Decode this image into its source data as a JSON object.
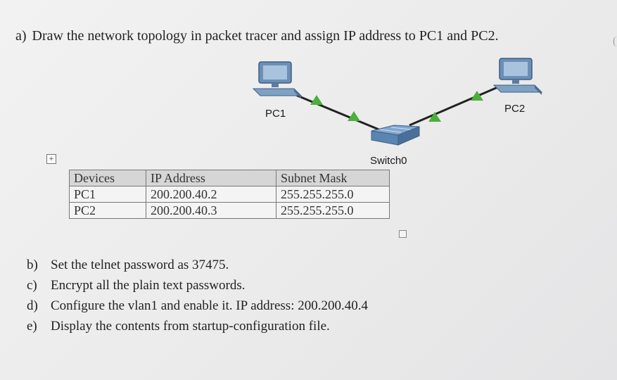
{
  "question_a": {
    "label": "a)",
    "text": "Draw the network topology in packet tracer and assign IP address to PC1 and PC2."
  },
  "topology": {
    "pc1_label": "PC1",
    "pc2_label": "PC2",
    "switch_label": "Switch0",
    "link_color": "#222222",
    "link_status_color": "#4caf3a",
    "device_color": "#5e86b0"
  },
  "ip_table": {
    "headers": [
      "Devices",
      "IP Address",
      "Subnet Mask"
    ],
    "rows": [
      [
        "PC1",
        "200.200.40.2",
        "255.255.255.0"
      ],
      [
        "PC2",
        "200.200.40.3",
        "255.255.255.0"
      ]
    ]
  },
  "tasks": [
    {
      "label": "b)",
      "text": "Set the telnet password as 37475."
    },
    {
      "label": "c)",
      "text": "Encrypt all the plain text passwords."
    },
    {
      "label": "d)",
      "text": "Configure the vlan1 and enable it. IP address: 200.200.40.4"
    },
    {
      "label": "e)",
      "text": "Display the contents from startup-configuration file."
    }
  ],
  "icons": {
    "expand": "expand-plus-icon",
    "resize": "resize-handle-icon"
  }
}
